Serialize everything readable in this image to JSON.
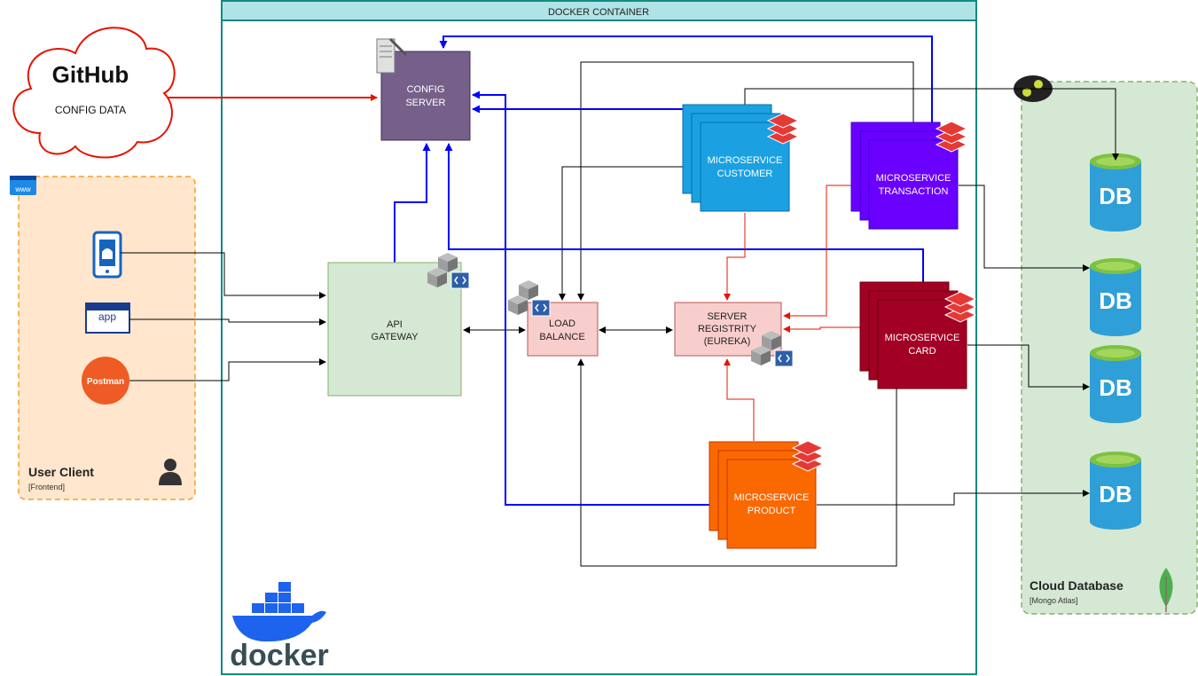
{
  "docker": {
    "title": "DOCKER CONTAINER",
    "logo_text": "docker"
  },
  "github": {
    "title": "GitHub",
    "subtitle": "CONFIG DATA"
  },
  "user_client": {
    "title": "User Client",
    "subtitle": "[Frontend]",
    "app_label": "app",
    "postman_label": "Postman",
    "www_label": "www"
  },
  "cloud_db": {
    "title": "Cloud Database",
    "subtitle": "[Mongo Atlas]",
    "db_label": "DB"
  },
  "nodes": {
    "config_server": {
      "line1": "CONFIG",
      "line2": "SERVER"
    },
    "api_gateway": {
      "line1": "API",
      "line2": "GATEWAY"
    },
    "load_balance": {
      "line1": "LOAD",
      "line2": "BALANCE"
    },
    "server_registry": {
      "line1": "SERVER",
      "line2": "REGISTRITY",
      "line3": "(EUREKA)"
    },
    "ms_customer": {
      "line1": "MICROSERVICE",
      "line2": "CUSTOMER"
    },
    "ms_transaction": {
      "line1": "MICROSERVICE",
      "line2": "TRANSACTION"
    },
    "ms_card": {
      "line1": "MICROSERVICE",
      "line2": "CARD"
    },
    "ms_product": {
      "line1": "MICROSERVICE",
      "line2": "PRODUCT"
    }
  },
  "colors": {
    "docker_border": "#138a80",
    "docker_header": "#b0e3e6",
    "config": "#76608a",
    "gateway": "#d5e8d4",
    "pink": "#f8cecc",
    "customer": "#1ba1e2",
    "transaction": "#6a00ff",
    "card": "#a20025",
    "product": "#fa6800",
    "client_bg": "#ffe6cc",
    "cloud_bg": "#d5e8d4",
    "blue_line": "#0000ff",
    "red_line": "#e51400"
  }
}
